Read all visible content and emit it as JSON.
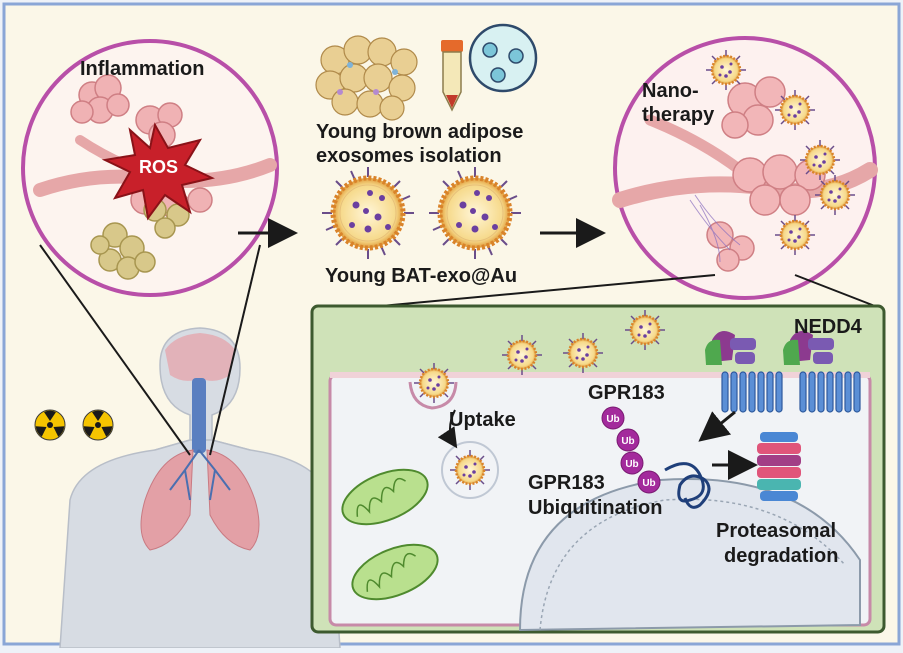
{
  "labels": {
    "inflammation": "Inflammation",
    "ros": "ROS",
    "isolation_line1": "Young brown adipose",
    "isolation_line2": "exosomes isolation",
    "bat_exo": "Young BAT-exo@Au",
    "nanotherapy_line1": "Nano-",
    "nanotherapy_line2": "therapy",
    "nedd4": "NEDD4",
    "gpr183": "GPR183",
    "uptake": "Uptake",
    "ubiquitination_line1": "GPR183",
    "ubiquitination_line2": "Ubiquitination",
    "degradation_line1": "Proteasomal",
    "degradation_line2": "degradation",
    "ub": "Ub"
  },
  "colors": {
    "frame": "#8aa6d6",
    "background": "#fbf7e8",
    "circle_border": "#b84fa8",
    "cell_panel_fill": "#eef5e4",
    "cell_panel_border": "#3d5a2f",
    "ros_red": "#c8202a",
    "receptor_blue": "#3d6fbf",
    "ub_purple": "#a32a9c",
    "nanoparticle_orange": "#e7a63c",
    "mitochondria_green": "#6fb04b",
    "lung_pink": "#e8a0a3"
  },
  "icons": [
    "radiation-icon",
    "radiation-icon"
  ]
}
